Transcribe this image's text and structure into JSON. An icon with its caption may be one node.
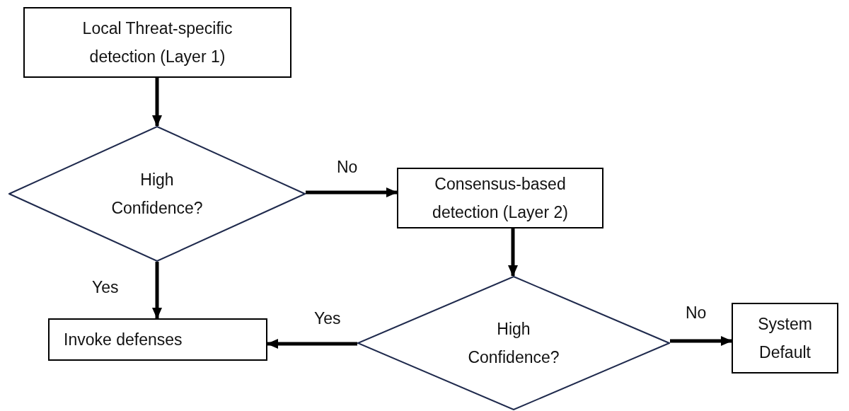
{
  "diagram": {
    "nodes": [
      {
        "text": [
          "Local Threat-specific detection (Layer 1)"
        ]
      },
      {
        "text": [
          "High Confidence?"
        ]
      },
      {
        "text": [
          "Consensus-based detection (Layer 2)"
        ]
      },
      {
        "text": [
          "High Confidence?"
        ]
      },
      {
        "text": [
          "Invoke defenses"
        ]
      },
      {
        "text": [
          "System Default"
        ]
      }
    ],
    "edges": [
      {
        "from": 0,
        "to": 1,
        "arrow": "to"
      },
      {
        "from": 1,
        "to": 2,
        "arrow": "to",
        "label": "No"
      },
      {
        "from": 1,
        "to": 4,
        "arrow": "to",
        "label": "Yes"
      },
      {
        "from": 2,
        "to": 3,
        "arrow": "to"
      },
      {
        "from": 3,
        "to": 4,
        "arrow": "to",
        "label": "Yes"
      },
      {
        "from": 3,
        "to": 5,
        "arrow": "to",
        "label": "No"
      }
    ]
  }
}
